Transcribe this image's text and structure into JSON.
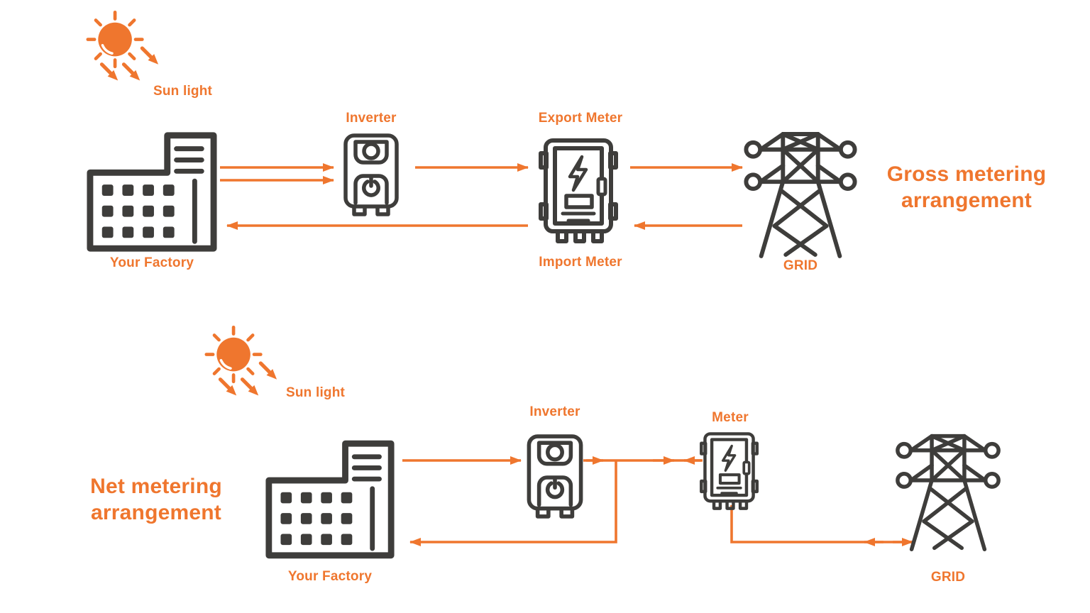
{
  "colors": {
    "orange": "#EF762E",
    "dark": "#3E3D3B",
    "background": "#FFFFFF"
  },
  "gross": {
    "title": "Gross metering arrangement",
    "sun_label": "Sun light",
    "factory_label": "Your Factory",
    "inverter_label": "Inverter",
    "export_meter_label": "Export Meter",
    "import_meter_label": "Import Meter",
    "grid_label": "GRID"
  },
  "net": {
    "title": "Net metering arrangement",
    "sun_label": "Sun light",
    "factory_label": "Your Factory",
    "inverter_label": "Inverter",
    "meter_label": "Meter",
    "grid_label": "GRID"
  }
}
